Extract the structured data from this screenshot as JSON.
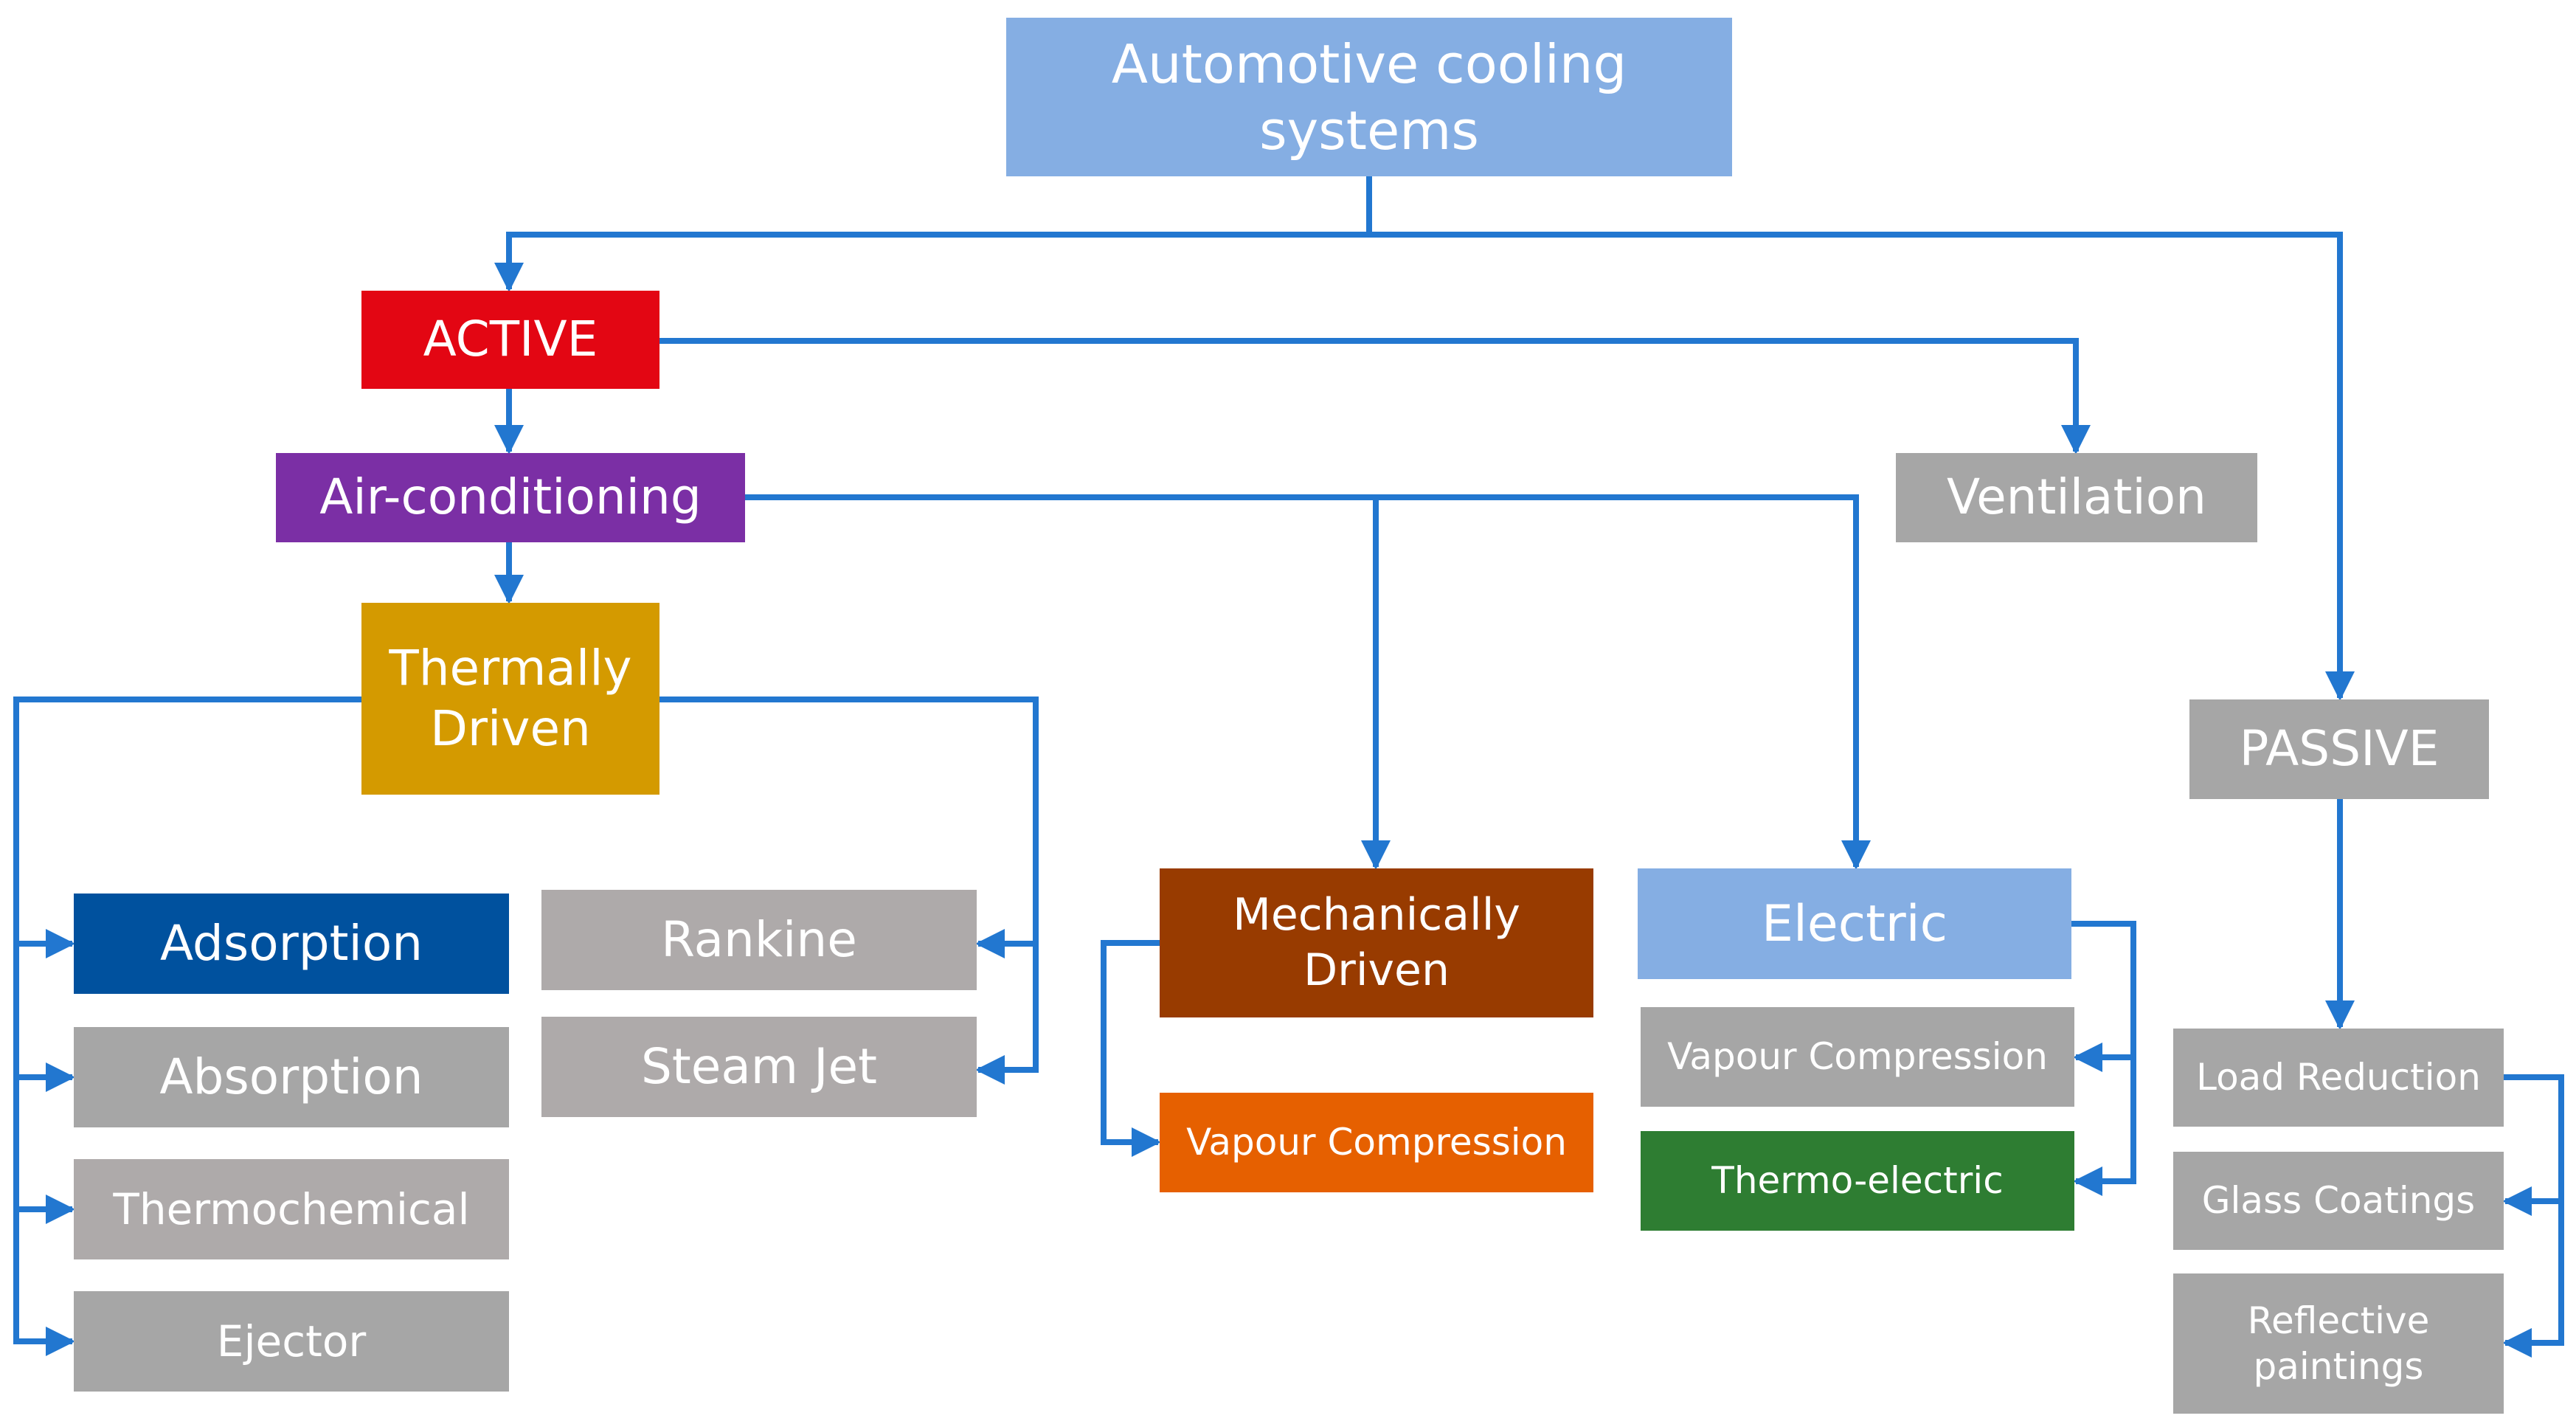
{
  "colors": {
    "connector": "#2277D0",
    "light_blue": "#85AEE3",
    "red": "#E30613",
    "purple": "#7B2FA5",
    "gold": "#D49A00",
    "gray": "#A6A6A6",
    "warm_gray": "#AEAAAA",
    "dark_blue": "#00519E",
    "brown": "#983B00",
    "orange": "#E66000",
    "green": "#2E7D32"
  },
  "nodes": {
    "root": {
      "lines": [
        "Automotive cooling",
        "systems"
      ],
      "color": "light_blue"
    },
    "active": {
      "lines": [
        "ACTIVE"
      ],
      "color": "red"
    },
    "passive": {
      "lines": [
        "PASSIVE"
      ],
      "color": "gray"
    },
    "air_conditioning": {
      "lines": [
        "Air-conditioning"
      ],
      "color": "purple"
    },
    "ventilation": {
      "lines": [
        "Ventilation"
      ],
      "color": "gray"
    },
    "thermally_driven": {
      "lines": [
        "Thermally",
        "Driven"
      ],
      "color": "gold"
    },
    "adsorption": {
      "lines": [
        "Adsorption"
      ],
      "color": "dark_blue"
    },
    "absorption": {
      "lines": [
        "Absorption"
      ],
      "color": "gray"
    },
    "thermochemical": {
      "lines": [
        "Thermochemical"
      ],
      "color": "warm_gray"
    },
    "ejector": {
      "lines": [
        "Ejector"
      ],
      "color": "gray"
    },
    "rankine": {
      "lines": [
        "Rankine"
      ],
      "color": "warm_gray"
    },
    "steam_jet": {
      "lines": [
        "Steam Jet"
      ],
      "color": "warm_gray"
    },
    "mechanically_driven": {
      "lines": [
        "Mechanically",
        "Driven"
      ],
      "color": "brown"
    },
    "mech_vapour_compression": {
      "lines": [
        "Vapour Compression"
      ],
      "color": "orange"
    },
    "electric": {
      "lines": [
        "Electric"
      ],
      "color": "light_blue"
    },
    "elec_vapour_compression": {
      "lines": [
        "Vapour Compression"
      ],
      "color": "gray"
    },
    "thermo_electric": {
      "lines": [
        "Thermo-electric"
      ],
      "color": "green"
    },
    "load_reduction": {
      "lines": [
        "Load Reduction"
      ],
      "color": "gray"
    },
    "glass_coatings": {
      "lines": [
        "Glass Coatings"
      ],
      "color": "gray"
    },
    "reflective_paintings": {
      "lines": [
        "Reflective",
        "paintings"
      ],
      "color": "gray"
    }
  },
  "edges": [
    {
      "from": "root",
      "to": "active"
    },
    {
      "from": "root",
      "to": "passive"
    },
    {
      "from": "active",
      "to": "air_conditioning"
    },
    {
      "from": "active",
      "to": "ventilation"
    },
    {
      "from": "air_conditioning",
      "to": "thermally_driven"
    },
    {
      "from": "air_conditioning",
      "to": "mechanically_driven"
    },
    {
      "from": "air_conditioning",
      "to": "electric"
    },
    {
      "from": "thermally_driven",
      "to": "adsorption"
    },
    {
      "from": "thermally_driven",
      "to": "absorption"
    },
    {
      "from": "thermally_driven",
      "to": "thermochemical"
    },
    {
      "from": "thermally_driven",
      "to": "ejector"
    },
    {
      "from": "thermally_driven",
      "to": "rankine"
    },
    {
      "from": "thermally_driven",
      "to": "steam_jet"
    },
    {
      "from": "mechanically_driven",
      "to": "mech_vapour_compression"
    },
    {
      "from": "electric",
      "to": "elec_vapour_compression"
    },
    {
      "from": "electric",
      "to": "thermo_electric"
    },
    {
      "from": "passive",
      "to": "load_reduction"
    },
    {
      "from": "load_reduction",
      "to": "glass_coatings"
    },
    {
      "from": "load_reduction",
      "to": "reflective_paintings"
    }
  ]
}
